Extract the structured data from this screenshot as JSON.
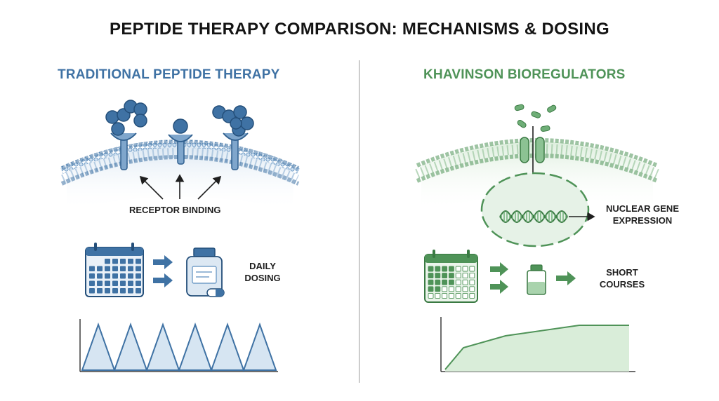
{
  "title": "PEPTIDE THERAPY COMPARISON: MECHANISMS & DOSING",
  "left_panel": {
    "title": "TRADITIONAL PEPTIDE THERAPY",
    "receptor_label": "RECEPTOR BINDING",
    "dosing_label_line1": "DAILY",
    "dosing_label_line2": "DOSING",
    "color": "#3f72a4",
    "concentration_profile": "repeating-peaks",
    "peak_count": 6
  },
  "right_panel": {
    "title": "KHAVINSON BIOREGULATORS",
    "nuclear_label_line1": "NUCLEAR GENE",
    "nuclear_label_line2": "EXPRESSION",
    "dosing_label_line1": "SHORT",
    "dosing_label_line2": "COURSES",
    "color": "#4f9358",
    "concentration_profile": "rise-then-plateau"
  },
  "icons": [
    "receptor-icon",
    "calendar-icon",
    "arrow-icon",
    "pill-bottle-icon",
    "capsule-icon",
    "vial-icon",
    "dna-icon",
    "nucleus-icon",
    "membrane-channel-icon"
  ]
}
